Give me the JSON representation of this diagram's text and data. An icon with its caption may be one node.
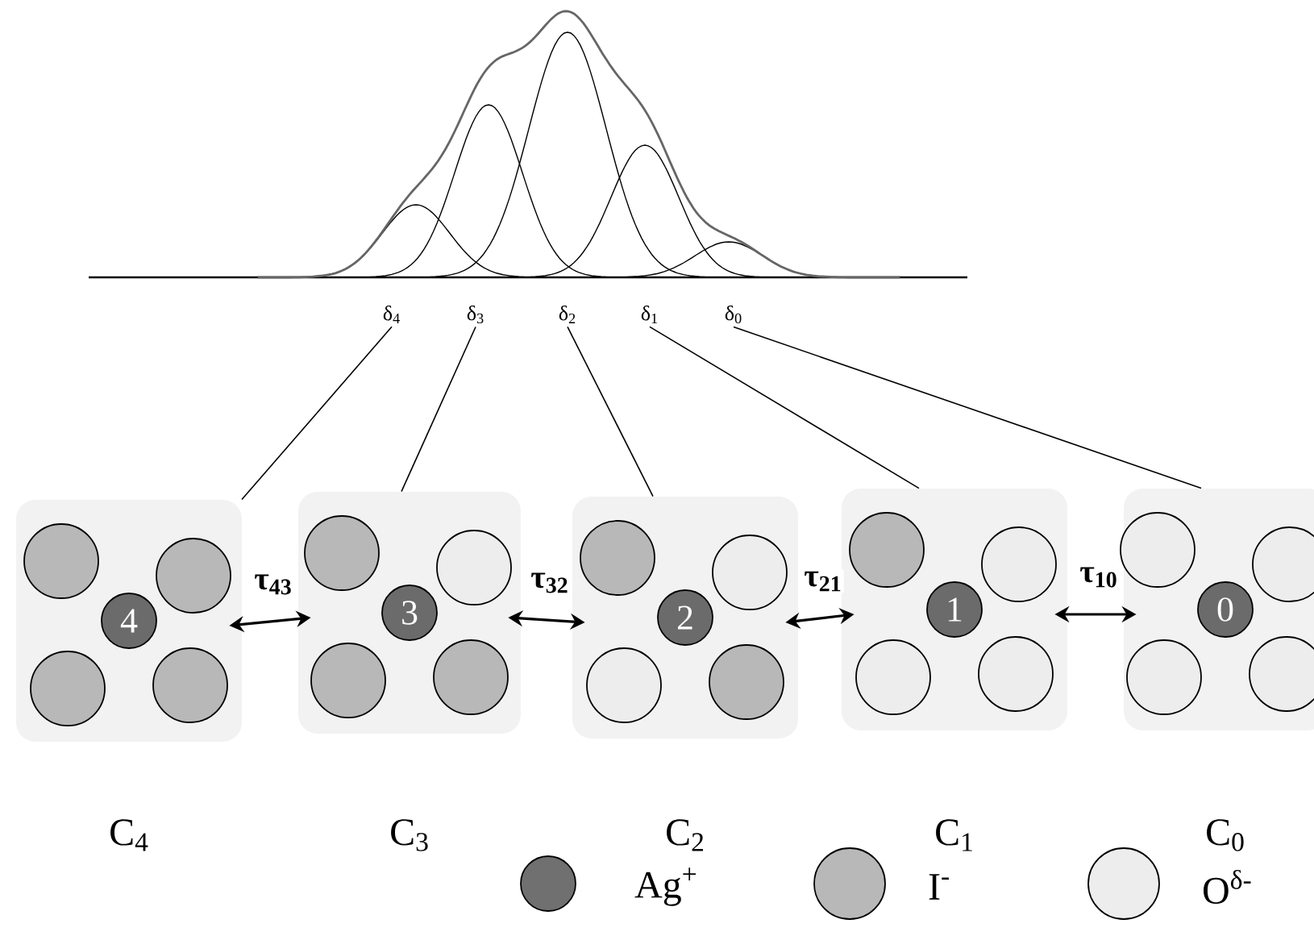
{
  "diagram": {
    "nodes": [
      {
        "text": [
          "δ$_{4}$"
        ]
      },
      {
        "text": [
          "δ$_{3}$"
        ]
      },
      {
        "text": [
          "δ$_{2}$"
        ]
      },
      {
        "text": [
          "δ$_{1}$"
        ]
      },
      {
        "text": [
          "δ$_{0}$"
        ]
      },
      {
        "text": [
          "4"
        ],
        "beside": [
          "C$_{4}$"
        ]
      },
      {
        "text": [
          "3"
        ],
        "beside": [
          "C$_{3}$"
        ]
      },
      {
        "text": [
          "2"
        ],
        "beside": [
          "C$_{2}$"
        ]
      },
      {
        "text": [
          "1"
        ],
        "beside": [
          "C$_{1}$"
        ]
      },
      {
        "text": [
          "0"
        ],
        "beside": [
          "C$_{0}$"
        ]
      }
    ],
    "edges": [
      {
        "from": 0,
        "to": 5,
        "arrow": "none"
      },
      {
        "from": 1,
        "to": 6,
        "arrow": "none"
      },
      {
        "from": 2,
        "to": 7,
        "arrow": "none"
      },
      {
        "from": 3,
        "to": 8,
        "arrow": "none"
      },
      {
        "from": 4,
        "to": 9,
        "arrow": "none"
      },
      {
        "from": 5,
        "to": 6,
        "arrow": "both",
        "label": "τ$_{43}$"
      },
      {
        "from": 6,
        "to": 7,
        "arrow": "both",
        "label": "τ$_{32}$"
      },
      {
        "from": 7,
        "to": 8,
        "arrow": "both",
        "label": "τ$_{21}$"
      },
      {
        "from": 8,
        "to": 9,
        "arrow": "both",
        "label": "τ$_{10}$"
      }
    ],
    "legend": [
      {
        "text": "Ag$^{+}$",
        "color": "#707070"
      },
      {
        "text": "I$^{-}$",
        "color": "#b8b8b8"
      },
      {
        "text": "O$^{δ-}$",
        "color": "#ededed"
      }
    ]
  }
}
